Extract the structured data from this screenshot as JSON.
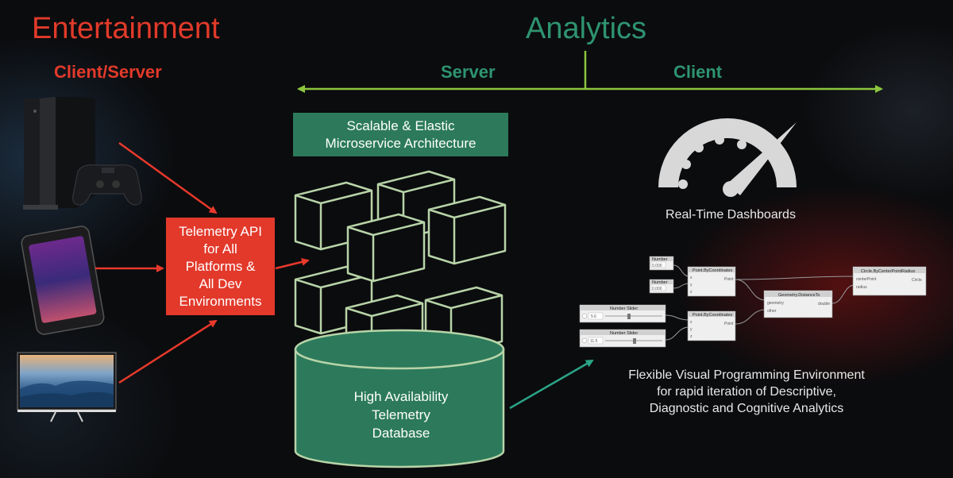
{
  "titles": {
    "entertainment": "Entertainment",
    "analytics": "Analytics",
    "client_server": "Client/Server",
    "server": "Server",
    "client": "Client"
  },
  "boxes": {
    "microservice": [
      "Scalable & Elastic",
      "Microservice Architecture"
    ],
    "telemetry_api": [
      "Telemetry API",
      "for All",
      "Platforms &",
      "All Dev",
      "Environments"
    ],
    "database": [
      "High Availability",
      "Telemetry",
      "Database"
    ]
  },
  "dashboards_label": "Real-Time Dashboards",
  "vp_caption": [
    "Flexible Visual Programming Environment",
    "for rapid iteration of Descriptive,",
    "Diagnostic and Cognitive Analytics"
  ],
  "nodes": {
    "number1": {
      "title": "Number",
      "value": "0.000"
    },
    "number2": {
      "title": "Number",
      "value": "0.000"
    },
    "slider1": {
      "title": "Number Slider",
      "value": "5.6"
    },
    "slider2": {
      "title": "Number Slider",
      "value": "11.5"
    },
    "point1": {
      "title": "Point.ByCoordinates",
      "ports": [
        "x",
        "y",
        "z"
      ],
      "out": "Point"
    },
    "point2": {
      "title": "Point.ByCoordinates",
      "ports": [
        "x",
        "y",
        "z"
      ],
      "out": "Point"
    },
    "distance": {
      "title": "Geometry.DistanceTo",
      "ports": [
        "geometry",
        "other"
      ],
      "out": "double"
    },
    "circle": {
      "title": "Circle.ByCenterPointRadius",
      "ports": [
        "centerPoint",
        "radius"
      ],
      "out": "Circle"
    }
  },
  "colors": {
    "red": "#e23a2a",
    "green": "#2e9470",
    "arrow_green": "#8cc63e",
    "cube_outline": "#b8d4a8",
    "db_fill": "#2c7a5b"
  }
}
